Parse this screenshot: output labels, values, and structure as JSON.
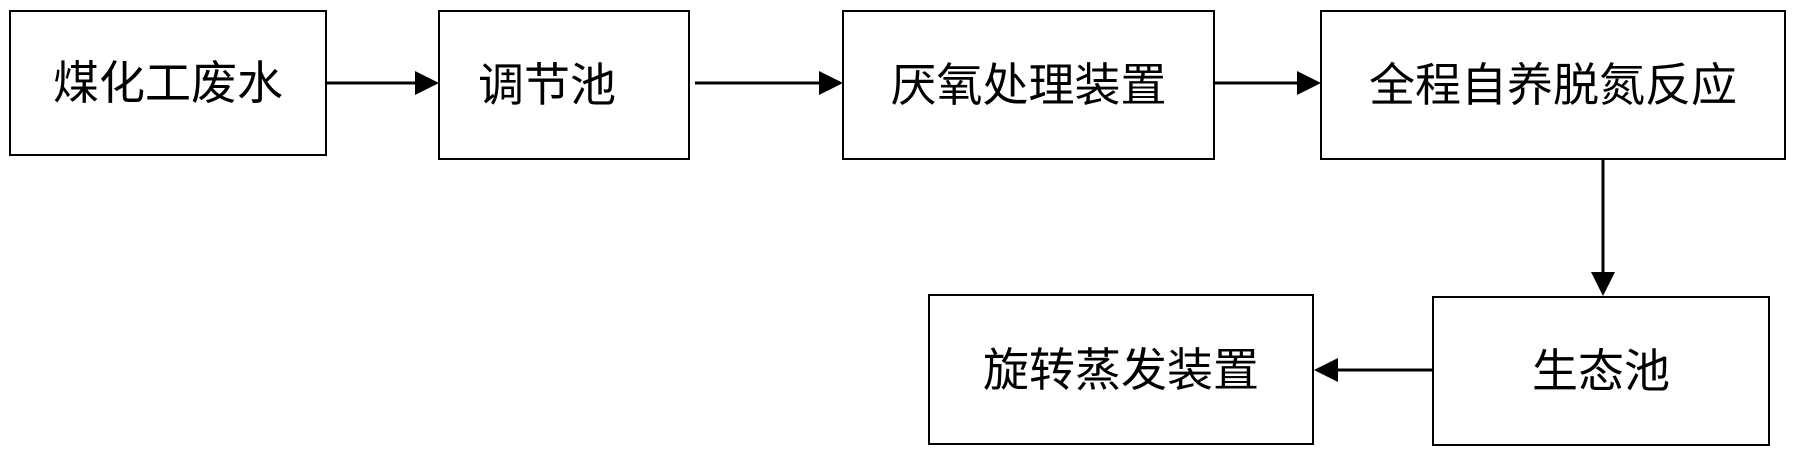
{
  "diagram": {
    "steps": [
      {
        "id": "coal-wastewater",
        "label": "煤化工废水"
      },
      {
        "id": "regulating-tank",
        "label": "调节池"
      },
      {
        "id": "anaerobic-device",
        "label": "厌氧处理装置"
      },
      {
        "id": "autotrophic-nitrogen-removal",
        "label": "全程自养脱氮反应"
      },
      {
        "id": "ecological-pond",
        "label": "生态池"
      },
      {
        "id": "rotary-evaporation",
        "label": "旋转蒸发装置"
      }
    ],
    "flows": [
      {
        "from": "coal-wastewater",
        "to": "regulating-tank"
      },
      {
        "from": "regulating-tank",
        "to": "anaerobic-device"
      },
      {
        "from": "anaerobic-device",
        "to": "autotrophic-nitrogen-removal"
      },
      {
        "from": "autotrophic-nitrogen-removal",
        "to": "ecological-pond"
      },
      {
        "from": "ecological-pond",
        "to": "rotary-evaporation"
      }
    ]
  }
}
